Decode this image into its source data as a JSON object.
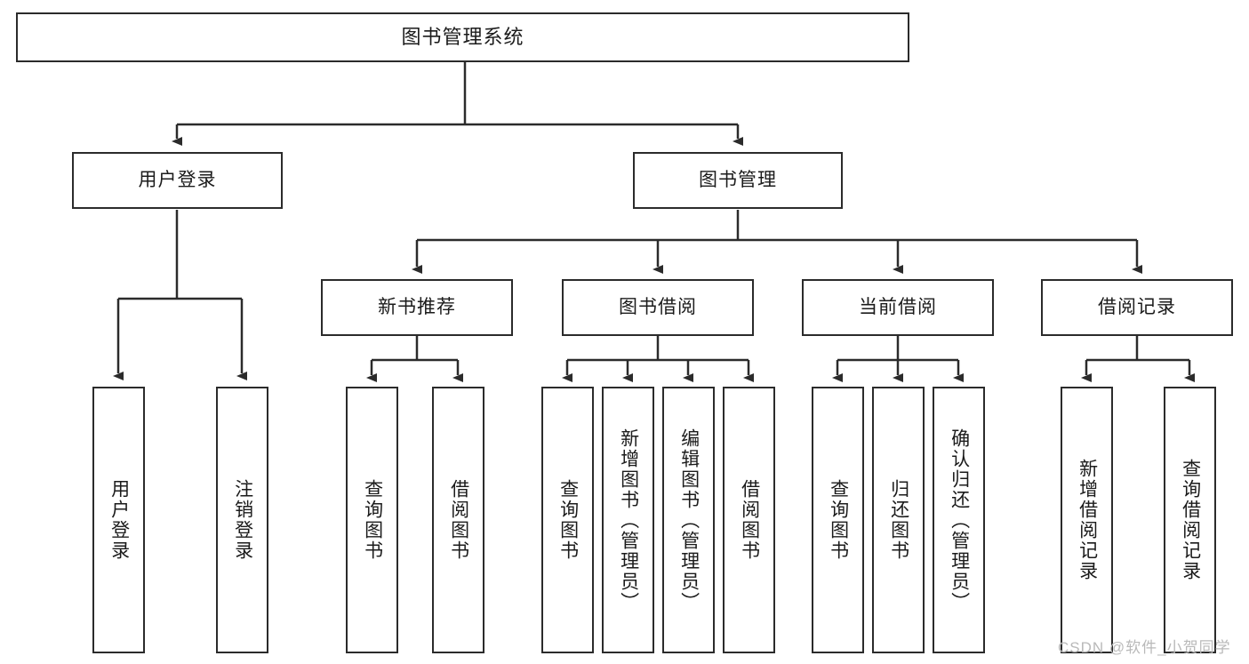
{
  "diagram": {
    "type": "tree-hierarchy-chart",
    "title": "图书管理系统",
    "watermark": "CSDN @软件_小贺同学",
    "colors": {
      "box_border": "#2b2b2b",
      "box_fill": "#ffffff",
      "line": "#2b2b2b",
      "text": "#1b1b1b",
      "watermark": "#b9b9b9",
      "background": "#ffffff"
    },
    "nodes": {
      "root": {
        "label": "图书管理系统"
      },
      "level2": [
        {
          "id": "user-login",
          "label": "用户登录"
        },
        {
          "id": "book-manage",
          "label": "图书管理"
        }
      ],
      "level3": [
        {
          "id": "new-book-recommend",
          "label": "新书推荐"
        },
        {
          "id": "book-borrow",
          "label": "图书借阅"
        },
        {
          "id": "current-borrow",
          "label": "当前借阅"
        },
        {
          "id": "borrow-record",
          "label": "借阅记录"
        }
      ],
      "leaves": {
        "user-login": [
          {
            "id": "leaf-user-login",
            "label": "用户登录"
          },
          {
            "id": "leaf-logout-login",
            "label": "注销登录"
          }
        ],
        "new-book-recommend": [
          {
            "id": "leaf-query-book-1",
            "label": "查询图书"
          },
          {
            "id": "leaf-borrow-book-1",
            "label": "借阅图书"
          }
        ],
        "book-borrow": [
          {
            "id": "leaf-query-book-2",
            "label": "查询图书"
          },
          {
            "id": "leaf-add-book",
            "label": "新增图书（管理员）"
          },
          {
            "id": "leaf-edit-book",
            "label": "编辑图书（管理员）"
          },
          {
            "id": "leaf-borrow-book-2",
            "label": "借阅图书"
          }
        ],
        "current-borrow": [
          {
            "id": "leaf-query-book-3",
            "label": "查询图书"
          },
          {
            "id": "leaf-return-book",
            "label": "归还图书"
          },
          {
            "id": "leaf-confirm-return",
            "label": "确认归还（管理员）"
          }
        ],
        "borrow-record": [
          {
            "id": "leaf-add-record",
            "label": "新增借阅记录"
          },
          {
            "id": "leaf-query-record",
            "label": "查询借阅记录"
          }
        ]
      }
    }
  }
}
